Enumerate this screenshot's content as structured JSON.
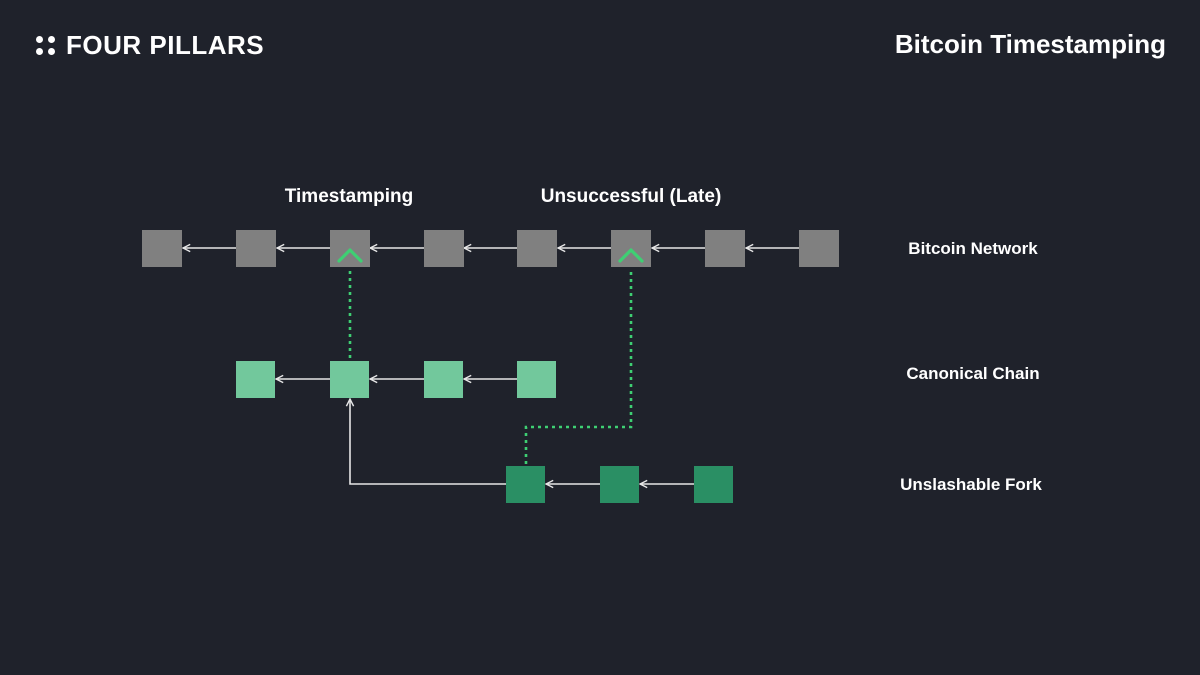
{
  "header": {
    "brand": "FOUR PILLARS",
    "title": "Bitcoin Timestamping"
  },
  "diagram": {
    "annotations": {
      "timestamping": "Timestamping",
      "unsuccessful": "Unsuccessful (Late)"
    },
    "rows": {
      "bitcoin": {
        "label": "Bitcoin Network",
        "block_count": 8
      },
      "canonical": {
        "label": "Canonical Chain",
        "block_count": 4
      },
      "fork": {
        "label": "Unslashable Fork",
        "block_count": 3
      }
    },
    "colors": {
      "background": "#1f222b",
      "bitcoin_block": "#808080",
      "canonical_block": "#72c89c",
      "fork_block": "#2a8f64",
      "connector": "#e6e6e6",
      "checkpoint": "#3ecf73"
    }
  }
}
